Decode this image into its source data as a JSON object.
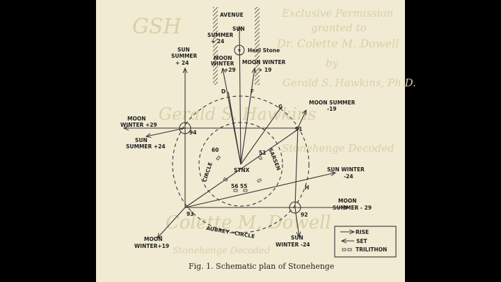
{
  "caption": "Fig. 1. Schematic plan of Stonehenge",
  "watermarks": {
    "gsh": "GSH",
    "permission_line1": "Exclusive Permission",
    "permission_line2": "granted to",
    "permission_line3": "Dr. Colette M. Dowell",
    "permission_line4": "by",
    "permission_line5": "Gerald S. Hawkins, Ph.D.",
    "hawkins": "Gerald S. Hawkins",
    "decoded_right": "Stonehenge Decoded",
    "dowell_bottom": "Colette M. Dowell",
    "decoded_bottom": "Stonehenge Decoded"
  },
  "labels": {
    "avenue": "AVENUE",
    "sun_top": "SUN",
    "summer_top": "SUMMER",
    "summer_top_val": "+ 24",
    "heel_stone": "Heel Stone",
    "moon_winter_29": "MOON",
    "moon_winter_29b": "WINTER",
    "moon_winter_29v": "+29",
    "moon_winter_19": "MOON WINTER",
    "moon_winter_19v": "+ 19",
    "sun_summer_left1": "SUN",
    "sun_summer_left2": "SUMMER",
    "sun_summer_left3": "+ 24",
    "d": "D",
    "f": "F",
    "g": "G",
    "h": "H",
    "moon_winter_left1": "MOON",
    "moon_winter_left2": "WINTER +29",
    "sun_summer_lower1": "SUN",
    "sun_summer_lower2": "SUMMER +24",
    "moon_summer_right1": "MOON SUMMER",
    "moon_summer_right2": "-19",
    "sun_winter_right1": "SUN WINTER",
    "sun_winter_right2": "-24",
    "moon_summer_lower1": "MOON",
    "moon_summer_lower2": "SUMMER - 29",
    "moon_winter_bottom1": "MOON",
    "moon_winter_bottom2": "WINTER+19",
    "sun_winter_bottom1": "SUN",
    "sun_winter_bottom2": "WINTER -24",
    "stnx": "STNX",
    "n94": "94",
    "n91": "91",
    "n92": "92",
    "n93": "93",
    "n60": "60",
    "n51": "51",
    "n56_55": "56 55",
    "circle_word": "CIRCLE",
    "sarsen_word": "SARSEN",
    "aubrey_circle": "AUBREY—CIRCLE"
  },
  "legend": {
    "rise": "RISE",
    "set": "SET",
    "trilithon": "TRILITHON"
  }
}
